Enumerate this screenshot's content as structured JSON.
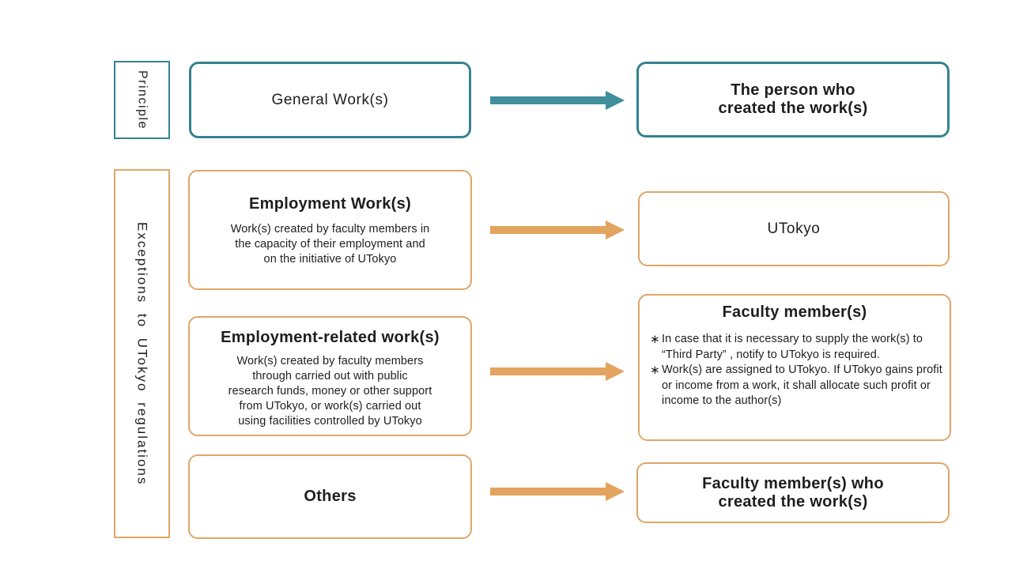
{
  "colors": {
    "teal": "#35828F",
    "teal_arrow": "#418E9C",
    "orange": "#E3A45F",
    "orange_border": "#DFA667",
    "text": "#1E1E1E"
  },
  "principle": {
    "label": "Principle",
    "source_title": "General Work(s)",
    "target_title": "The person who\ncreated the work(s)"
  },
  "exceptions": {
    "label": "Exceptions to UTokyo regulations",
    "employment": {
      "title": "Employment Work(s)",
      "body": "Work(s) created by faculty members in\nthe capacity of their employment and\non the initiative of UTokyo",
      "target_title": "UTokyo"
    },
    "employment_related": {
      "title": "Employment-related work(s)",
      "body": "Work(s) created by faculty members\nthrough carried out with public\nresearch funds, money or other support\nfrom UTokyo, or work(s) carried out\nusing facilities controlled by UTokyo",
      "target_title": "Faculty member(s)",
      "bullet": "∗",
      "target_notes": [
        "In case that it is necessary to supply the work(s) to “Third Party” , notify to UTokyo is required.",
        "Work(s) are assigned to UTokyo. If UTokyo gains profit or income from a work, it shall allocate such profit or income to the author(s)"
      ]
    },
    "others": {
      "title": "Others",
      "target_title": "Faculty member(s) who\ncreated the work(s)"
    }
  }
}
